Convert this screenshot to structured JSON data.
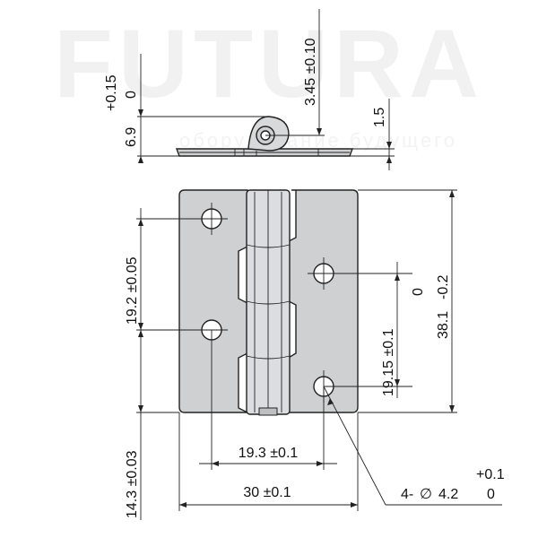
{
  "watermark": {
    "brand": "FUTURA",
    "tagline": "оборудование будущего"
  },
  "colors": {
    "plate_fill": "#cfd0d2",
    "knuckle_fill": "#dcdde0",
    "line": "#222222"
  },
  "side_view": {
    "tol_plus": "+0.15",
    "tol_zero": "0",
    "height": "6.9",
    "knuckle_offset": "3.45 ±0.10",
    "thickness": "1.5"
  },
  "front_view": {
    "hole_spacing_left": "19.2 ±0.05",
    "hole_spacing_right": "19.15 ±0.1",
    "total_height": "38.1",
    "height_tol_zero": "0",
    "height_tol_minus": "-0.2",
    "bottom_offset": "14.3 ±0.03",
    "hole_pitch_x": "19.3 ±0.1",
    "total_width": "30 ±0.1",
    "hole_prefix": "4-",
    "hole_symbol": "∅",
    "hole_diameter": "4.2",
    "hole_tol_plus": "+0.1",
    "hole_tol_zero": "0"
  }
}
